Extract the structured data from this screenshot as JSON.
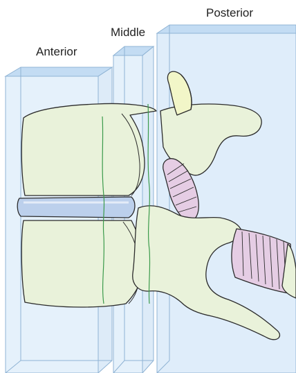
{
  "columns": [
    {
      "id": "anterior",
      "label": "Anterior"
    },
    {
      "id": "middle",
      "label": "Middle"
    },
    {
      "id": "posterior",
      "label": "Posterior"
    }
  ],
  "colors": {
    "bone_fill": "#e9f2da",
    "bone_stroke": "#2b2b2b",
    "disc_fill": "#bcd0ec",
    "ligament_fill": "#e5cde4",
    "column_fill": "#d4e7f8",
    "column_stroke": "#8fb3d4",
    "ligament_line": "#3a9a4a"
  }
}
